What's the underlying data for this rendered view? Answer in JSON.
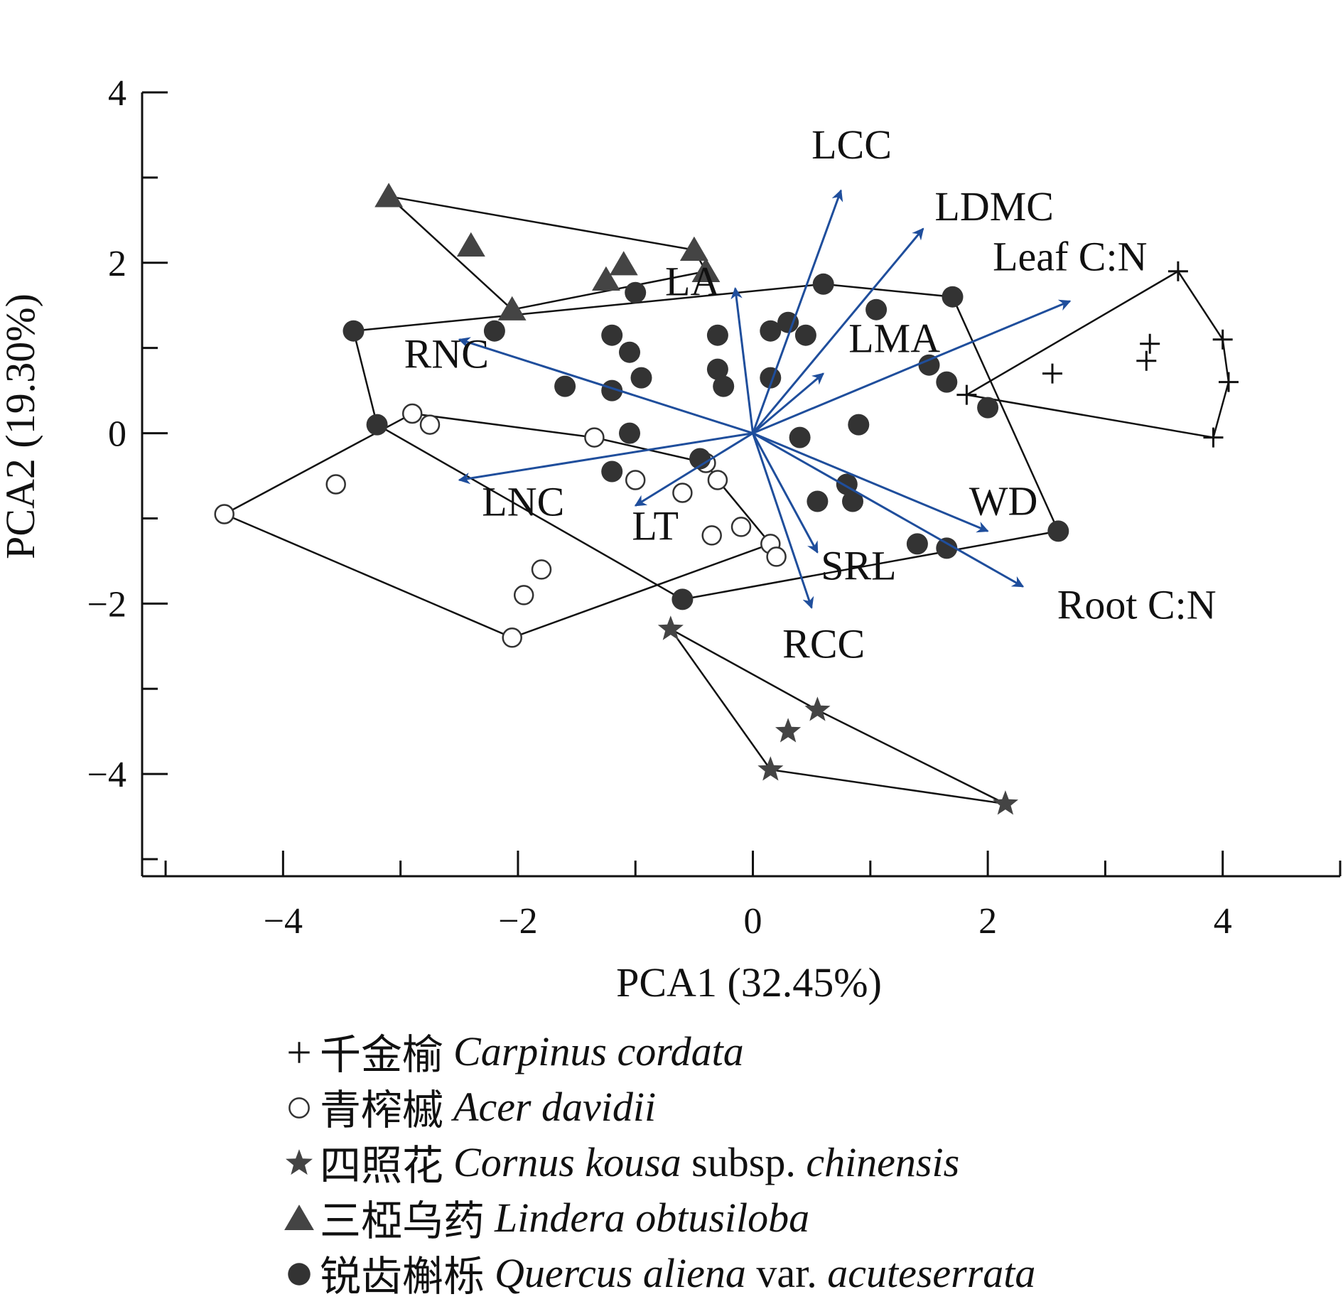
{
  "chart_data": {
    "type": "scatter",
    "xlabel": "PCA1 (32.45%)",
    "ylabel": "PCA2 (19.30%)",
    "xlim": [
      -5.2,
      5.0
    ],
    "ylim": [
      -5.2,
      4.0
    ],
    "xticks": [
      -4,
      -2,
      0,
      2,
      4
    ],
    "yticks": [
      -4,
      -2,
      0,
      2,
      4
    ],
    "xtick_labels": [
      "−4",
      "−2",
      "0",
      "2",
      "4"
    ],
    "ytick_labels": [
      "−4",
      "−2",
      "0",
      "2",
      "4"
    ],
    "grid": false,
    "legend_position": "bottom",
    "loadings": [
      {
        "label": "LCC",
        "x": 0.75,
        "y": 2.85
      },
      {
        "label": "LDMC",
        "x": 1.45,
        "y": 2.4
      },
      {
        "label": "Leaf C:N",
        "x": 2.7,
        "y": 1.55
      },
      {
        "label": "LA",
        "x": -0.15,
        "y": 1.7
      },
      {
        "label": "LMA",
        "x": 0.6,
        "y": 0.7
      },
      {
        "label": "RNC",
        "x": -2.5,
        "y": 1.1
      },
      {
        "label": "LNC",
        "x": -2.5,
        "y": -0.55
      },
      {
        "label": "LT",
        "x": -1.0,
        "y": -0.85
      },
      {
        "label": "SRL",
        "x": 0.55,
        "y": -1.4
      },
      {
        "label": "RCC",
        "x": 0.5,
        "y": -2.05
      },
      {
        "label": "WD",
        "x": 2.0,
        "y": -1.15
      },
      {
        "label": "Root C:N",
        "x": 2.3,
        "y": -1.8
      }
    ],
    "series": [
      {
        "key": "carpinus",
        "name_cn": "千金榆",
        "name_sci": [
          {
            "t": "Carpinus cordata",
            "i": true
          }
        ],
        "marker": "plus",
        "points": [
          [
            3.62,
            1.9
          ],
          [
            4.0,
            1.1
          ],
          [
            4.05,
            0.6
          ],
          [
            3.92,
            -0.05
          ],
          [
            1.82,
            0.45
          ],
          [
            2.55,
            0.7
          ],
          [
            3.38,
            1.05
          ],
          [
            3.35,
            0.85
          ]
        ],
        "hull": [
          [
            3.62,
            1.9
          ],
          [
            4.0,
            1.1
          ],
          [
            4.05,
            0.6
          ],
          [
            3.92,
            -0.05
          ],
          [
            1.82,
            0.45
          ]
        ]
      },
      {
        "key": "acer",
        "name_cn": "青榨槭",
        "name_sci": [
          {
            "t": "Acer davidii",
            "i": true
          }
        ],
        "marker": "open-circle",
        "points": [
          [
            -2.9,
            0.23
          ],
          [
            -2.75,
            0.1
          ],
          [
            -3.55,
            -0.6
          ],
          [
            -4.5,
            -0.95
          ],
          [
            -2.05,
            -2.4
          ],
          [
            -1.95,
            -1.9
          ],
          [
            -1.8,
            -1.6
          ],
          [
            -1.35,
            -0.05
          ],
          [
            -1.0,
            -0.55
          ],
          [
            -0.6,
            -0.7
          ],
          [
            -0.4,
            -0.35
          ],
          [
            -0.3,
            -0.55
          ],
          [
            -0.35,
            -1.2
          ],
          [
            -0.1,
            -1.1
          ],
          [
            0.15,
            -1.3
          ],
          [
            0.2,
            -1.45
          ]
        ],
        "hull": [
          [
            -2.9,
            0.23
          ],
          [
            -1.35,
            -0.05
          ],
          [
            -0.4,
            -0.35
          ],
          [
            -0.3,
            -0.55
          ],
          [
            0.15,
            -1.3
          ],
          [
            -2.05,
            -2.4
          ],
          [
            -4.5,
            -0.95
          ]
        ]
      },
      {
        "key": "cornus",
        "name_cn": "四照花",
        "name_sci": [
          {
            "t": "Cornus kousa",
            "i": true
          },
          {
            "t": " subsp. ",
            "i": false
          },
          {
            "t": "chinensis",
            "i": true
          }
        ],
        "marker": "star",
        "points": [
          [
            -0.7,
            -2.3
          ],
          [
            0.55,
            -3.25
          ],
          [
            0.3,
            -3.5
          ],
          [
            0.15,
            -3.95
          ],
          [
            2.15,
            -4.35
          ]
        ],
        "hull": [
          [
            -0.7,
            -2.3
          ],
          [
            0.55,
            -3.25
          ],
          [
            2.15,
            -4.35
          ],
          [
            0.15,
            -3.95
          ]
        ]
      },
      {
        "key": "lindera",
        "name_cn": "三椏乌药",
        "name_sci": [
          {
            "t": "Lindera obtusiloba",
            "i": true
          }
        ],
        "marker": "triangle",
        "points": [
          [
            -3.1,
            2.78
          ],
          [
            -2.4,
            2.2
          ],
          [
            -0.5,
            2.15
          ],
          [
            -1.1,
            1.98
          ],
          [
            -0.4,
            1.9
          ],
          [
            -1.25,
            1.8
          ],
          [
            -2.05,
            1.45
          ]
        ],
        "hull": [
          [
            -3.1,
            2.78
          ],
          [
            -0.5,
            2.15
          ],
          [
            -0.4,
            1.9
          ],
          [
            -2.05,
            1.45
          ]
        ]
      },
      {
        "key": "quercus",
        "name_cn": "锐齿槲栎",
        "name_sci": [
          {
            "t": "Quercus aliena",
            "i": true
          },
          {
            "t": " var. ",
            "i": false
          },
          {
            "t": "acuteserrata",
            "i": true
          }
        ],
        "marker": "filled-circle",
        "points": [
          [
            -3.4,
            1.2
          ],
          [
            -2.2,
            1.2
          ],
          [
            -3.2,
            0.1
          ],
          [
            -1.6,
            0.55
          ],
          [
            -1.2,
            0.5
          ],
          [
            -1.2,
            1.15
          ],
          [
            -1.05,
            0.95
          ],
          [
            -1.0,
            1.65
          ],
          [
            -0.95,
            0.65
          ],
          [
            -1.05,
            0.0
          ],
          [
            -1.2,
            -0.45
          ],
          [
            -0.45,
            -0.3
          ],
          [
            -0.3,
            1.15
          ],
          [
            -0.3,
            0.75
          ],
          [
            -0.25,
            0.55
          ],
          [
            0.15,
            1.2
          ],
          [
            0.15,
            0.65
          ],
          [
            0.3,
            1.3
          ],
          [
            0.45,
            1.15
          ],
          [
            0.6,
            1.75
          ],
          [
            0.4,
            -0.05
          ],
          [
            0.55,
            -0.8
          ],
          [
            0.8,
            -0.6
          ],
          [
            0.85,
            -0.8
          ],
          [
            0.9,
            0.1
          ],
          [
            1.05,
            1.45
          ],
          [
            1.5,
            0.8
          ],
          [
            1.65,
            0.6
          ],
          [
            1.7,
            1.6
          ],
          [
            2.0,
            0.3
          ],
          [
            1.4,
            -1.3
          ],
          [
            1.65,
            -1.35
          ],
          [
            2.6,
            -1.15
          ],
          [
            -0.6,
            -1.95
          ]
        ],
        "hull": [
          [
            -3.4,
            1.2
          ],
          [
            0.6,
            1.75
          ],
          [
            1.7,
            1.6
          ],
          [
            2.6,
            -1.15
          ],
          [
            -0.6,
            -1.95
          ],
          [
            -3.2,
            0.1
          ]
        ]
      }
    ]
  }
}
